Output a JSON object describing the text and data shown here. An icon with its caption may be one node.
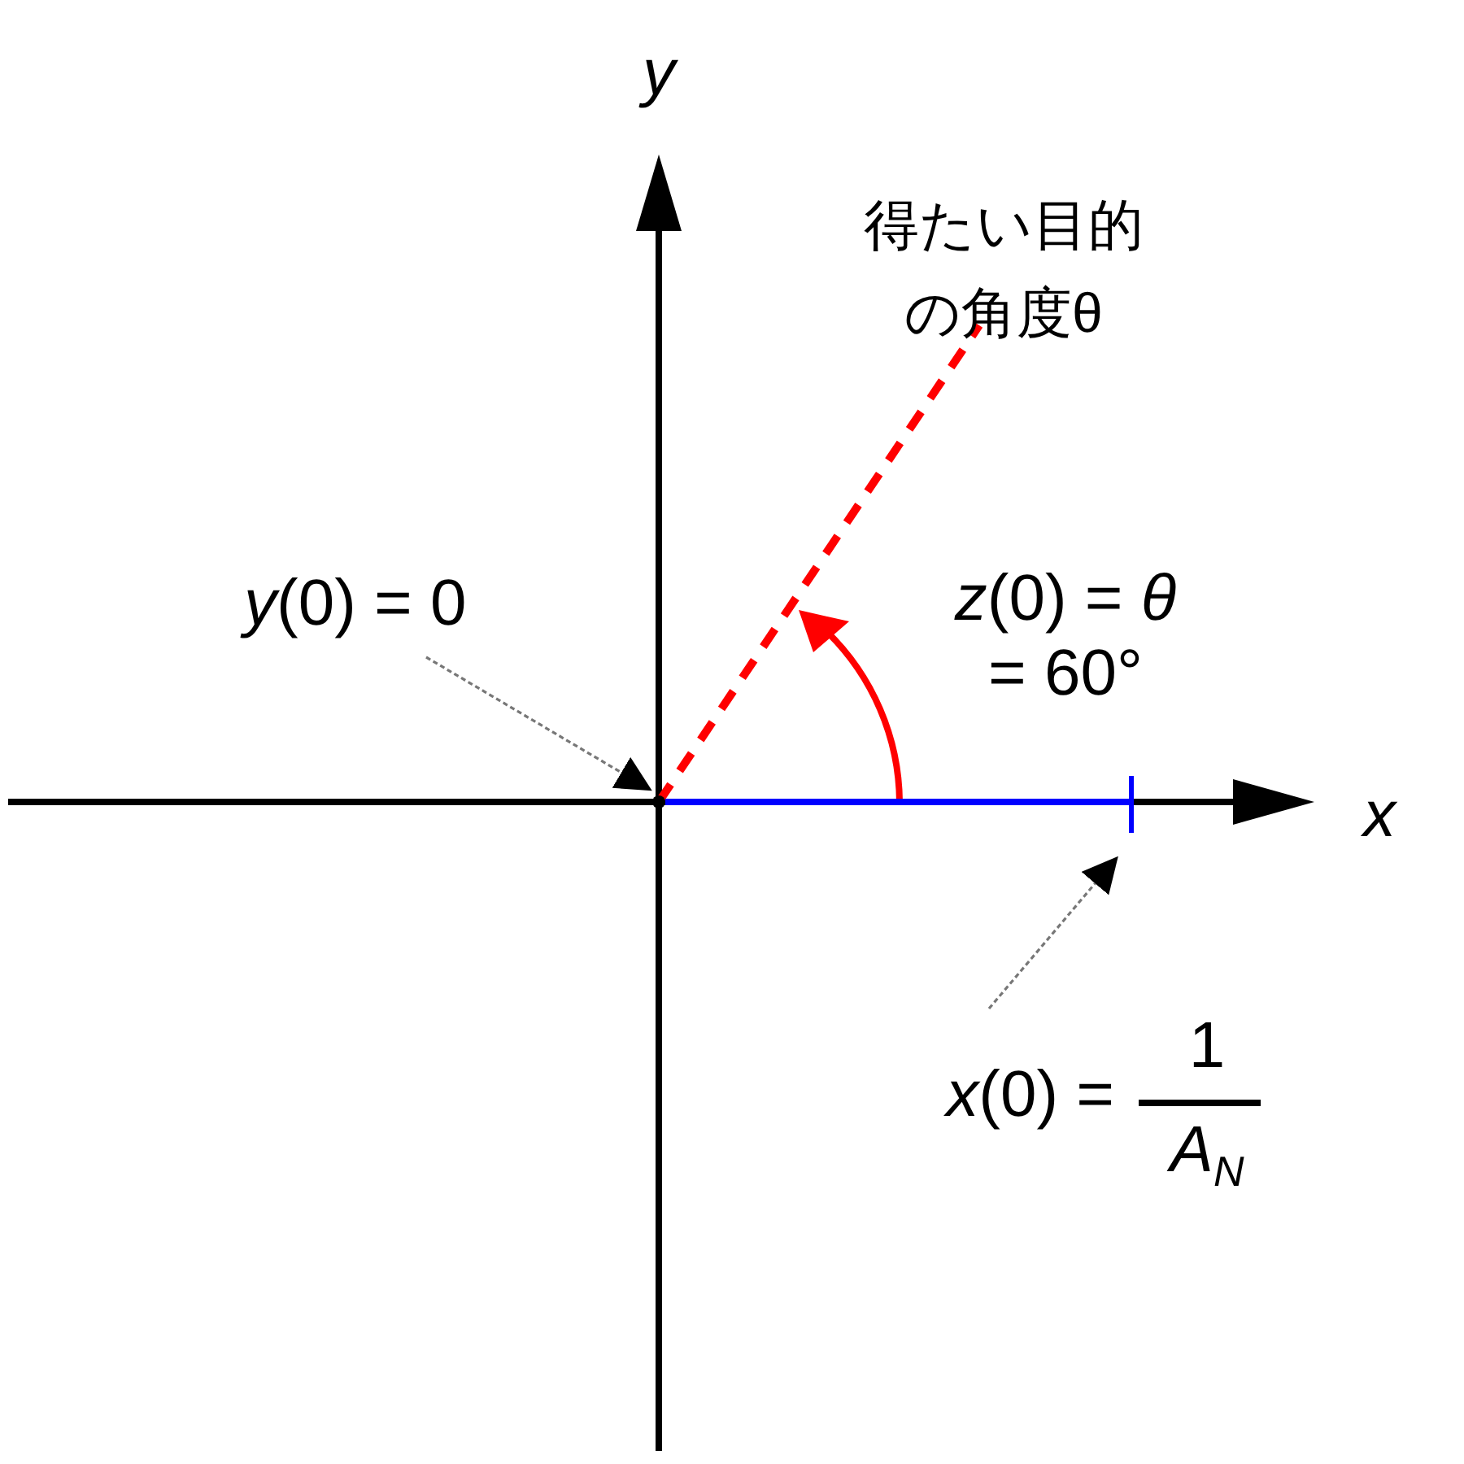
{
  "diagram": {
    "nodes": [
      {
        "text": [
          "*y*(0) = 0"
        ]
      },
      {
        "text": [
          "*x*(0) =",
          "1",
          "*A*$_{N}$"
        ]
      },
      {
        "text": [],
        "shape": "circle"
      },
      {
        "text": [],
        "shape": "bar"
      }
    ],
    "edges": [
      {
        "from": 0,
        "to": 2,
        "arrow": "to",
        "style": "dashed"
      },
      {
        "from": 1,
        "to": 3,
        "arrow": "to",
        "style": "dashed"
      },
      {
        "from": 2,
        "to": 3,
        "arrow": "none",
        "style": "thick",
        "color": "#0000ff"
      }
    ],
    "labels": [
      "*y*",
      "得たい目的の角度θ",
      "*z*(0) = *θ* = 60°",
      "*x*"
    ]
  }
}
